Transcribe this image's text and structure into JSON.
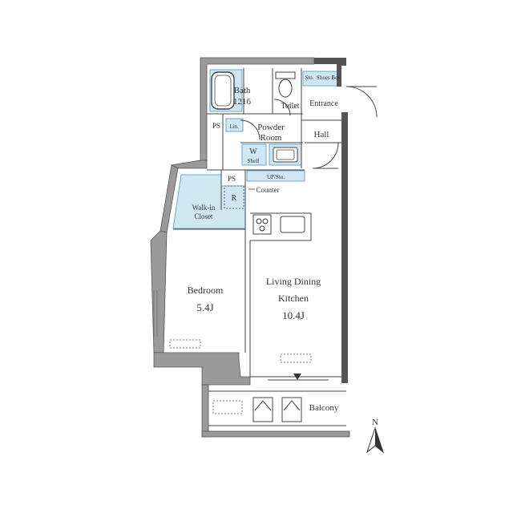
{
  "colors": {
    "wall": "#9a9a9a",
    "wall_dark": "#555555",
    "wet_area": "#cfe6f3",
    "wet_stroke": "#6aa9cf",
    "line": "#444444",
    "background": "#ffffff"
  },
  "rooms": {
    "bath": {
      "name": "Bath",
      "size": "1216"
    },
    "toilet": "Toilet",
    "entrance": "Entrance",
    "shoes_box": "Shoes Box",
    "sto": "Sto.",
    "powder_room": {
      "line1": "Powder",
      "line2": "Room"
    },
    "hall": "Hall",
    "lin": "Lin.",
    "ps_upper": "PS",
    "ps_lower": "PS",
    "washer": {
      "letter": "W",
      "label": "Shelf"
    },
    "up_sto": "UP/Sto.",
    "refrigerator": "R",
    "counter": "Counter",
    "walk_in_closet": {
      "line1": "Walk-in",
      "line2": "Closet"
    },
    "bedroom": {
      "name": "Bedroom",
      "size": "5.4J"
    },
    "ldk": {
      "line1": "Living Dining",
      "line2": "Kitchen",
      "size": "10.4J"
    },
    "balcony": "Balcony"
  },
  "compass": {
    "label": "N"
  },
  "icons": [
    "bathtub-icon",
    "toilet-icon",
    "sink-icon",
    "washer-icon",
    "stove-icon",
    "compass-icon",
    "outdoor-unit-icon"
  ]
}
